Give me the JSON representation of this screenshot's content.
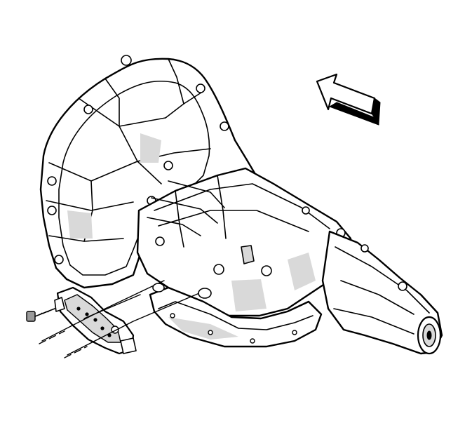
{
  "diagram": {
    "parts": [
      {
        "name": "transmission-case",
        "depicted": true
      },
      {
        "name": "bell-housing",
        "depicted": true
      },
      {
        "name": "oil-pan",
        "depicted": true
      },
      {
        "name": "tail-housing",
        "depicted": true
      },
      {
        "name": "range-switch",
        "depicted": true
      },
      {
        "name": "mounting-bolt",
        "depicted": true
      }
    ],
    "arrow_direction": "up-left",
    "colors": {
      "ink": "#000000",
      "paper": "#ffffff",
      "shade": "#d9d9d9",
      "dark_shade": "#9a9a9a"
    }
  }
}
